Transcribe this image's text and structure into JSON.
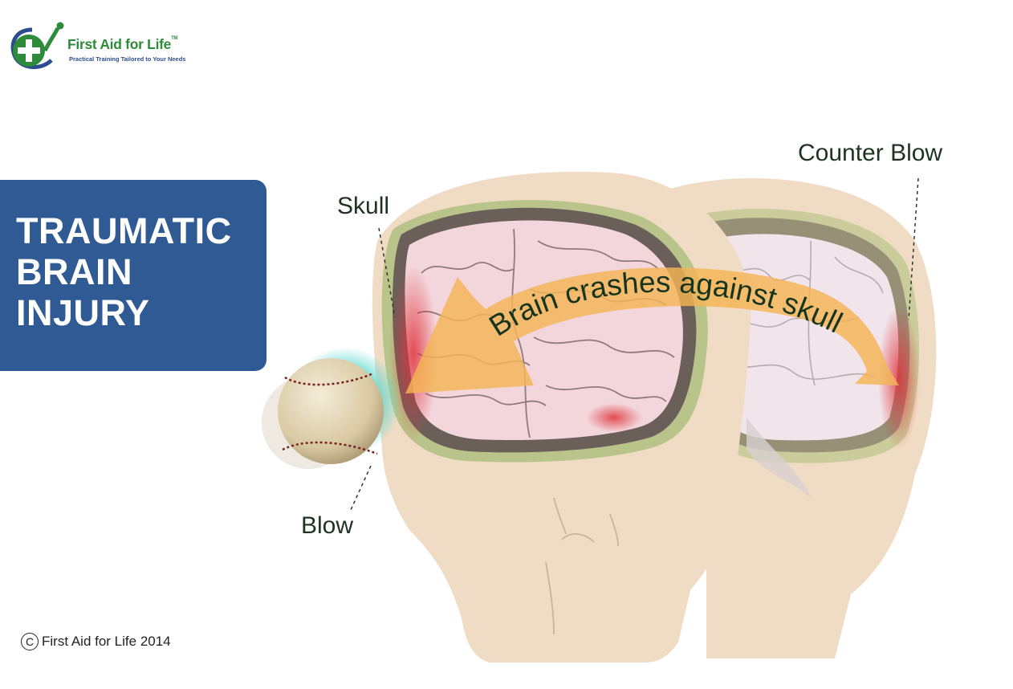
{
  "logo": {
    "name": "First Aid for Life",
    "trademark": "TM",
    "tagline": "Practical Training Tailored to Your Needs",
    "colors": {
      "green": "#2e8b3a",
      "blue": "#2d4d8f"
    }
  },
  "title": {
    "lines": [
      "TRAUMATIC",
      "BRAIN",
      "INJURY"
    ],
    "background": "#2f5a93"
  },
  "diagram": {
    "labels": {
      "skull": "Skull",
      "counter_blow": "Counter Blow",
      "blow": "Blow"
    },
    "arrow_text": "Brain crashes against skull",
    "icons": [
      "baseball-icon",
      "head-front",
      "head-back",
      "brain-front",
      "brain-back"
    ]
  },
  "footer": {
    "copyright_symbol": "C",
    "copyright": "First Aid for Life 2014"
  }
}
